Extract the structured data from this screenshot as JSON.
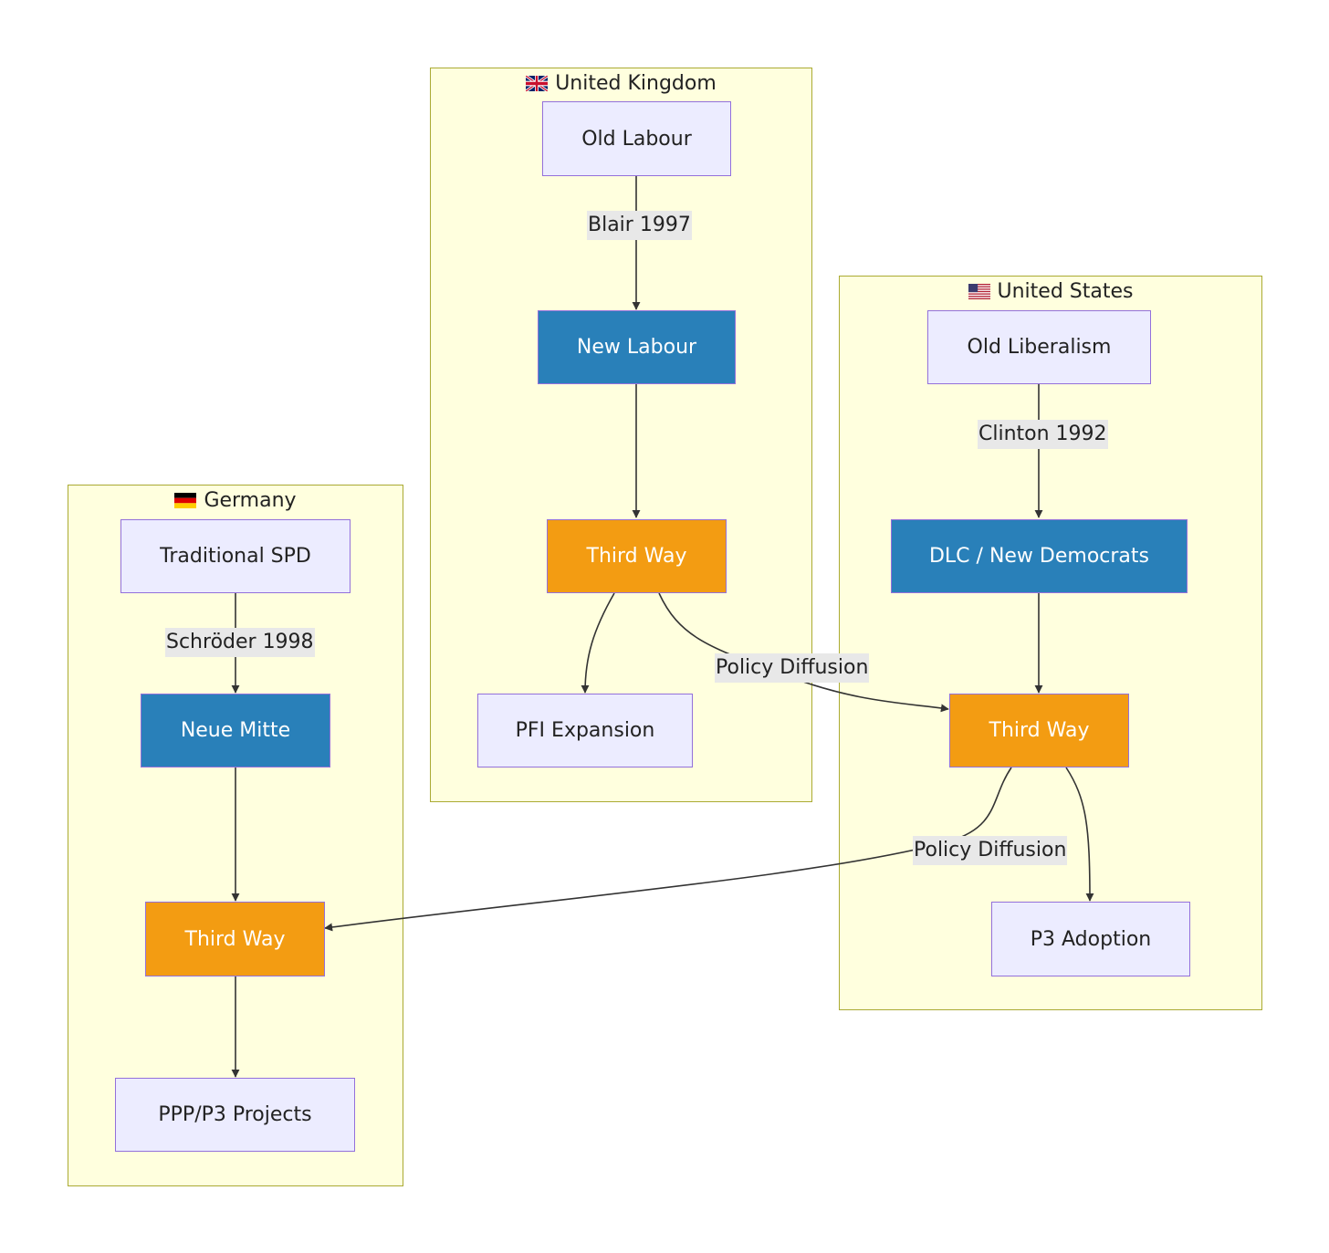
{
  "clusters": {
    "uk": {
      "title": "United Kingdom",
      "flag": "uk-flag-icon"
    },
    "us": {
      "title": "United States",
      "flag": "us-flag-icon"
    },
    "de": {
      "title": "Germany",
      "flag": "germany-flag-icon"
    }
  },
  "nodes": {
    "old_labour": "Old Labour",
    "new_labour": "New Labour",
    "uk_third_way": "Third Way",
    "pfi": "PFI Expansion",
    "old_liberalism": "Old Liberalism",
    "dlc": "DLC / New Democrats",
    "us_third_way": "Third Way",
    "p3": "P3 Adoption",
    "trad_spd": "Traditional SPD",
    "neue_mitte": "Neue Mitte",
    "de_third_way": "Third Way",
    "ppp": "PPP/P3 Projects"
  },
  "edges": {
    "blair": "Blair 1997",
    "clinton": "Clinton 1992",
    "schroeder": "Schröder 1998",
    "diffusion_uk_us": "Policy Diffusion",
    "diffusion_us_de": "Policy Diffusion"
  },
  "colors": {
    "cluster_fill": "#ffffde",
    "cluster_border": "#aaaa33",
    "node_default": "#ececff",
    "node_border": "#9370db",
    "node_blue": "#2980b9",
    "node_orange": "#f39c12",
    "edge_label_bg": "#e8e8e8",
    "edge": "#333333"
  }
}
